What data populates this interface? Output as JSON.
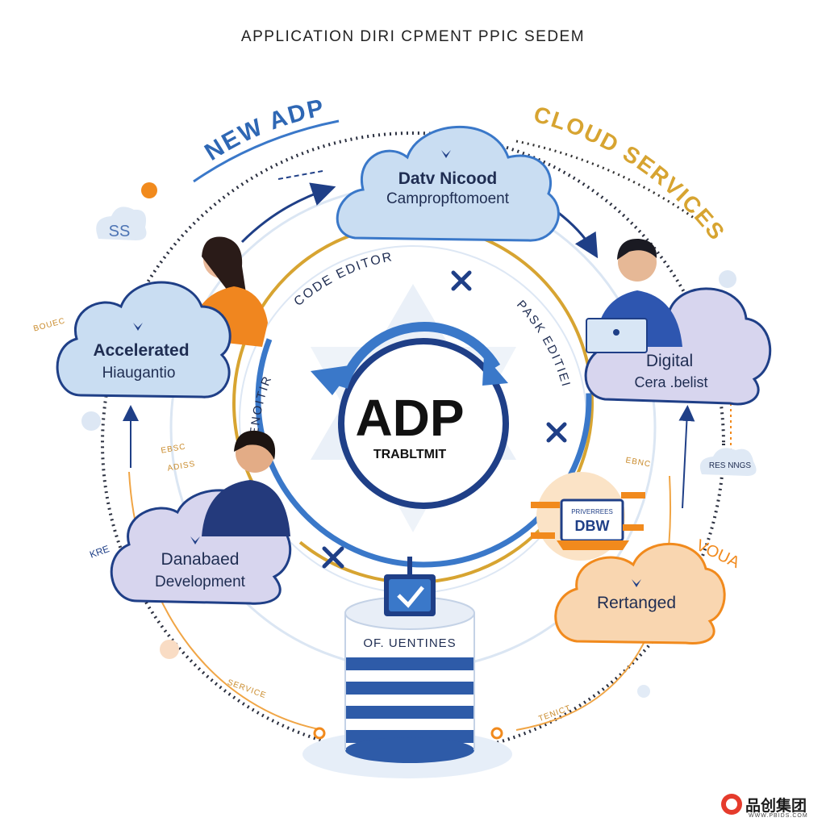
{
  "title": "APPLICATION DIRI CPMENT PPIC SEDEM",
  "arc_labels": {
    "new_adp": "NEW ADP",
    "cloud_services": "CLOUD SERVICES",
    "code_editor": "CODE EDITOR",
    "pask_editiei": "PASK EDITIEI",
    "enoitir": "ENOITIR"
  },
  "center": {
    "main": "ADP",
    "sub": "TRABLTMIT"
  },
  "clouds": {
    "top": {
      "line1": "Datv Nicood",
      "line2": "Campropftomoent"
    },
    "left": {
      "line1": "Accelerated",
      "line2": "Hiaugantio"
    },
    "right": {
      "line1": "Digital",
      "line2": "Cera .belist"
    },
    "bottom_left": {
      "line1": "Danabaed",
      "line2": "Development"
    },
    "bottom_right": {
      "line1": "Rertanged"
    }
  },
  "small_clouds": {
    "ss": "SS",
    "res_nngs": "RES NNGS"
  },
  "database_label": "OF. UENTINES",
  "laptop_screen": {
    "top": "PRIVERREES",
    "main": "DBW"
  },
  "side_labels": {
    "voua": "VOUA",
    "bouec": "BOUEC",
    "ebsc": "EBSC",
    "adiss": "ADISS",
    "kre": "KRE",
    "ebnc": "EBNC",
    "service": "SERVICE",
    "tenict": "TENICT"
  },
  "watermark": {
    "brand": "品创集团",
    "url": "WWW.PBIDS.COM"
  },
  "colors": {
    "navy": "#1f3f87",
    "blue": "#3a78c9",
    "light_blue": "#c9ddf2",
    "lavender": "#d7d5ee",
    "peach": "#f9d6b0",
    "orange": "#f18a1d",
    "gold": "#d7a431",
    "dark": "#1f2d52"
  }
}
